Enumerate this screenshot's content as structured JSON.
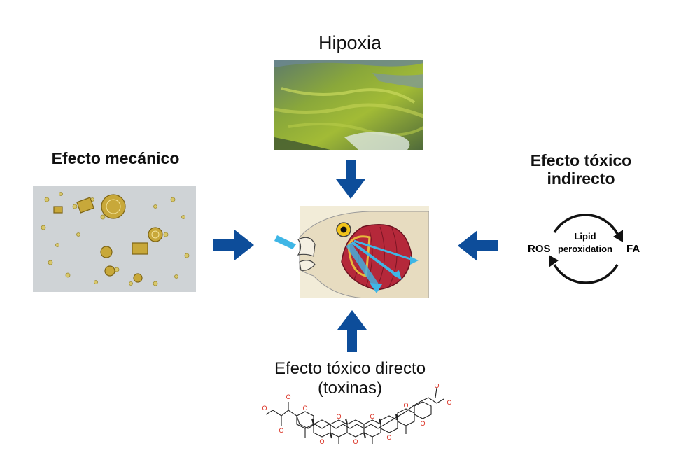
{
  "labels": {
    "hipoxia": "Hipoxia",
    "efecto_mecanico": "Efecto mecánico",
    "efecto_toxico_indirecto_line1": "Efecto tóxico",
    "efecto_toxico_indirecto_line2": "indirecto",
    "efecto_toxico_directo_line1": "Efecto tóxico directo",
    "efecto_toxico_directo_line2": "(toxinas)"
  },
  "cycle": {
    "center_line1": "Lipid",
    "center_line2": "peroxidation",
    "left": "ROS",
    "right": "FA"
  },
  "molecule_atoms": [
    "O",
    "O",
    "O",
    "O",
    "O",
    "O",
    "O",
    "O",
    "O",
    "O",
    "O",
    "O",
    "O"
  ],
  "colors": {
    "arrow": "#0d4d9a",
    "flow": "#3fb6e6",
    "gill": "#b5283a",
    "fish_skin": "#ece3c8",
    "panel_bg": "#f2ecd8",
    "oxygen": "#d9281a"
  }
}
